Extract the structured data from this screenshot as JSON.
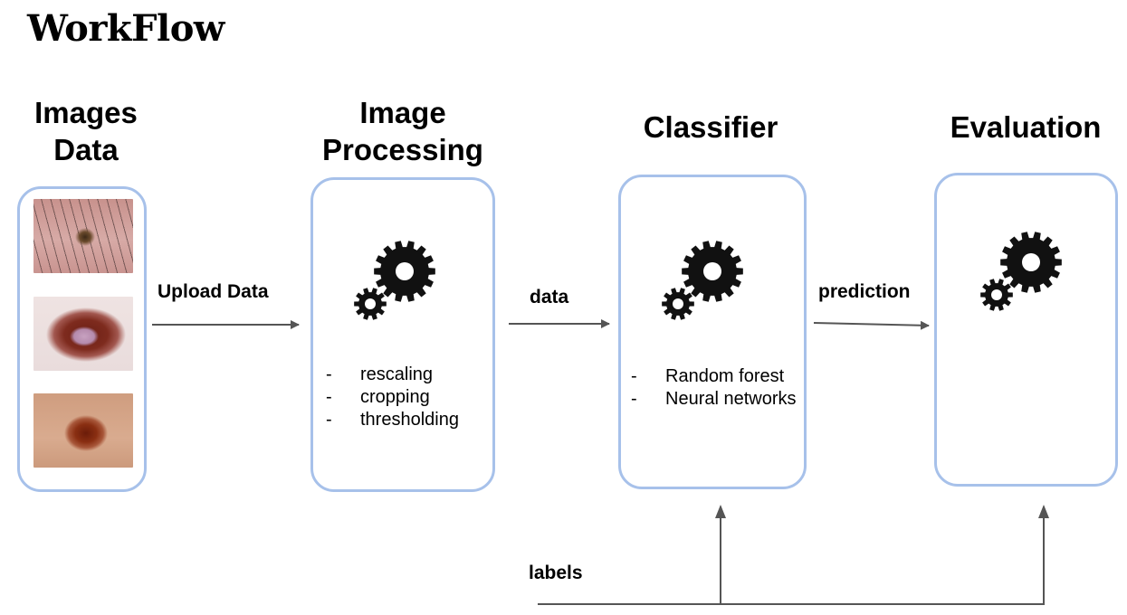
{
  "title": "WorkFlow",
  "stages": [
    {
      "title_lines": [
        "Images",
        "Data"
      ],
      "icon": "skin-lesion-thumbnails"
    },
    {
      "title_lines": [
        "Image",
        "Processing"
      ],
      "icon": "gears-icon",
      "steps": [
        "rescaling",
        "cropping",
        "thresholding"
      ]
    },
    {
      "title_lines": [
        "Classifier"
      ],
      "icon": "gears-icon",
      "steps": [
        "Random forest",
        "Neural networks"
      ]
    },
    {
      "title_lines": [
        "Evaluation"
      ],
      "icon": "gears-icon"
    }
  ],
  "bullet_marker": "-",
  "edges": {
    "upload": "Upload Data",
    "data": "data",
    "prediction": "prediction",
    "labels": "labels"
  },
  "colors": {
    "box_border": "#a7c1ea",
    "arrow": "#555555",
    "gear": "#111111"
  }
}
